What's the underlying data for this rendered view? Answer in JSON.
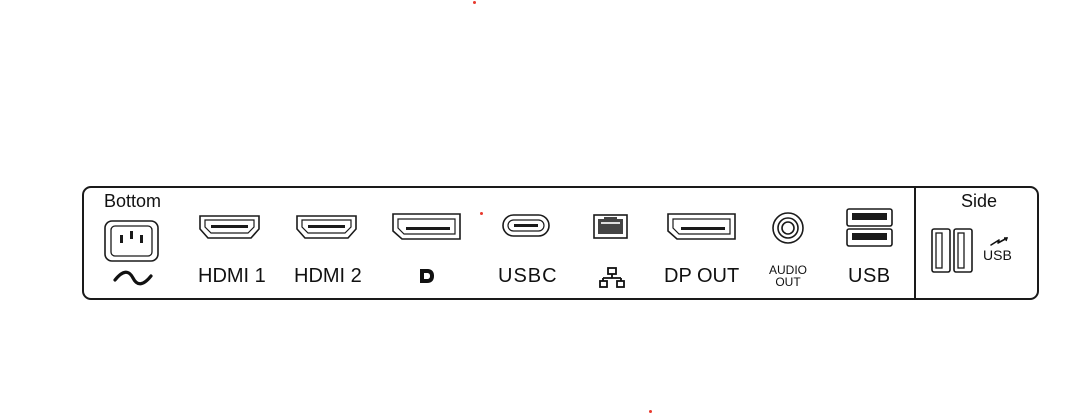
{
  "colors": {
    "accent_dot": "#e8392e",
    "line": "#1a1a1a"
  },
  "sections": {
    "bottom_title": "Bottom",
    "side_title": "Side"
  },
  "ports": {
    "power_icon": "ac-power-icon",
    "hdmi1_label": "HDMI 1",
    "hdmi2_label": "HDMI 2",
    "dp_label_icon": "displayport-logo-icon",
    "usbc_label": "USBC",
    "lan_label_icon": "network-icon",
    "dpout_label": "DP OUT",
    "audio_line1": "AUDIO",
    "audio_line2": "OUT",
    "usb_label": "USB",
    "side_usb_label": "USB",
    "side_usb_icon": "usb-fast-charge-icon"
  }
}
